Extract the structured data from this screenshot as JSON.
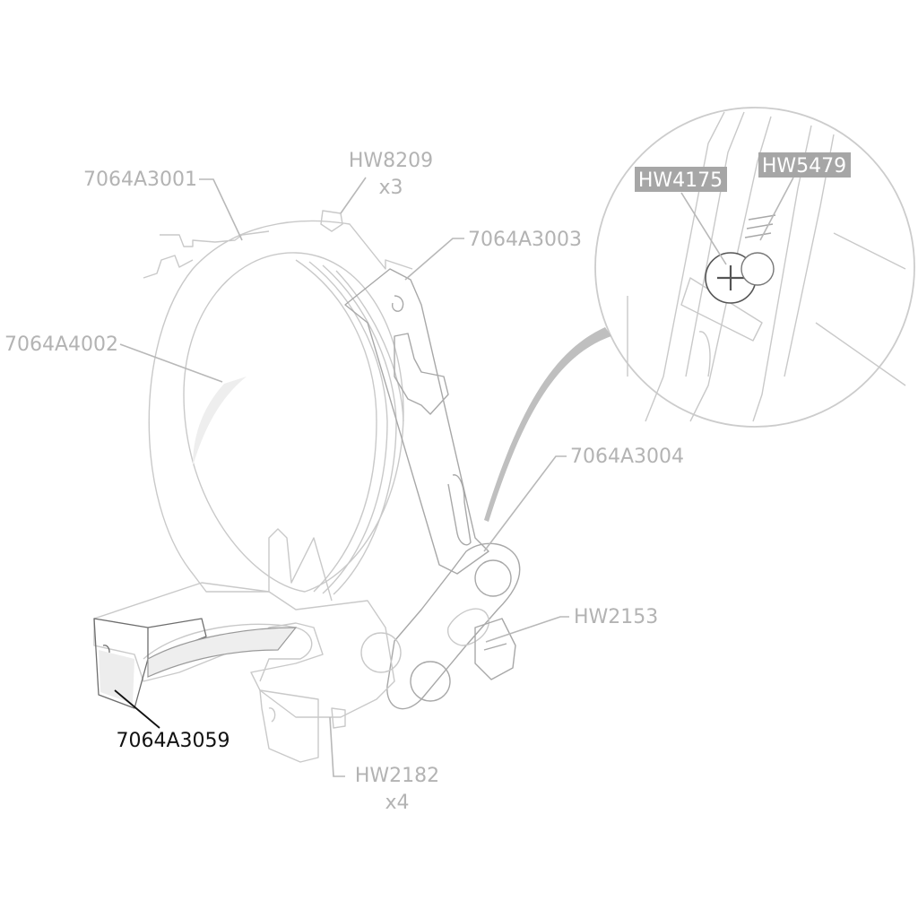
{
  "callouts": {
    "hw8209": "HW8209",
    "hw8209_qty": "x3",
    "a3001": "7064A3001",
    "a3003": "7064A3003",
    "a4002": "7064A4002",
    "a3004": "7064A3004",
    "hw2153": "HW2153",
    "a3059": "7064A3059",
    "hw2182": "HW2182",
    "hw2182_qty": "x4"
  },
  "detail": {
    "hw4175": "HW4175",
    "hw5479": "HW5479"
  },
  "colors": {
    "faint_label": "#b3b3b3",
    "highlight_label": "#111111",
    "detail_tag_bg": "#a6a6a6"
  }
}
